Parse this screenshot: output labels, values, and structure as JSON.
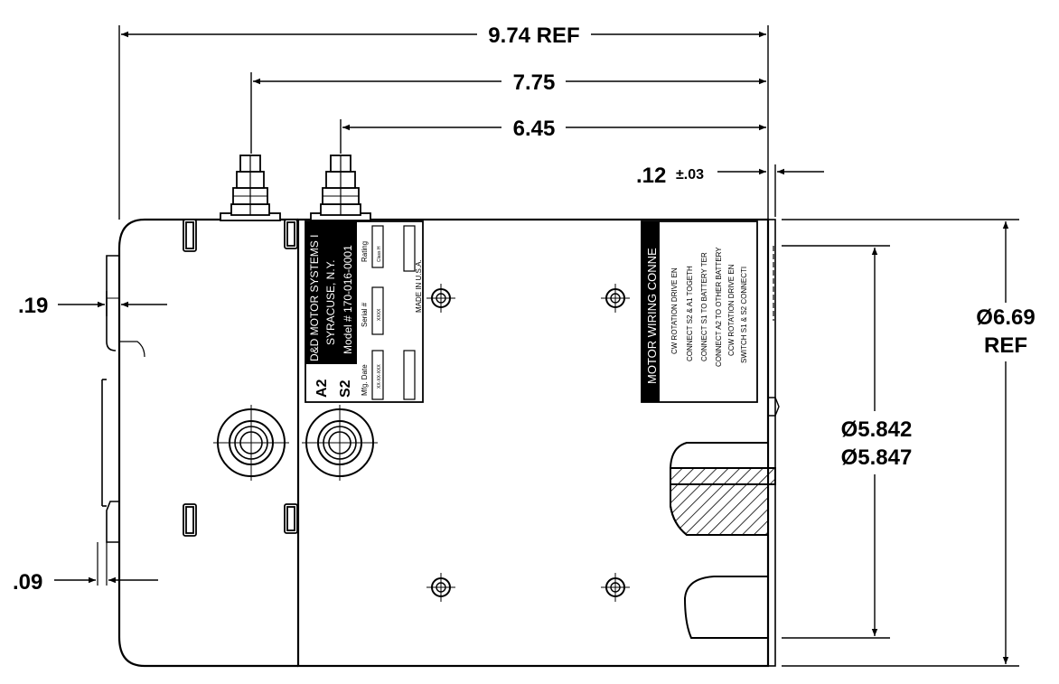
{
  "dimensions": {
    "overall_length": "9.74 REF",
    "terminal_a2": "7.75",
    "terminal_s2": "6.45",
    "flange": ".12",
    "flange_tol": "±.03",
    "end_cap_offset": ".19",
    "face_offset": ".09",
    "pilot_dia_max": "Ø5.842",
    "pilot_dia_min": "Ø5.847",
    "housing_dia": "Ø6.69",
    "housing_dia_ref": "REF"
  },
  "nameplate": {
    "company": "D&D MOTOR SYSTEMS I",
    "city": "SYRACUSE, N.Y.",
    "model": "Model # 170-016-0001",
    "terminal_1": "A2",
    "terminal_2": "S2",
    "rating_label": "Rating",
    "rating_value": "Class H",
    "serial_label": "Serial #",
    "serial_value": "XXXX",
    "mfg_label": "Mfg. Date",
    "mfg_value": "XX-XX-XXX",
    "origin": "MADE IN U.S.A."
  },
  "wiring_label": {
    "title": "MOTOR WIRING CONNE",
    "lines": [
      "CW ROTATION DRIVE EN",
      "CONNECT S2 & A1 TOGETH",
      "CONNECT S1 TO BATTERY TER",
      "CONNECT A2 TO OTHER BATTERY",
      "CCW ROTATION DRIVE EN",
      "SWITCH S1 & S2 CONNECTI"
    ]
  }
}
